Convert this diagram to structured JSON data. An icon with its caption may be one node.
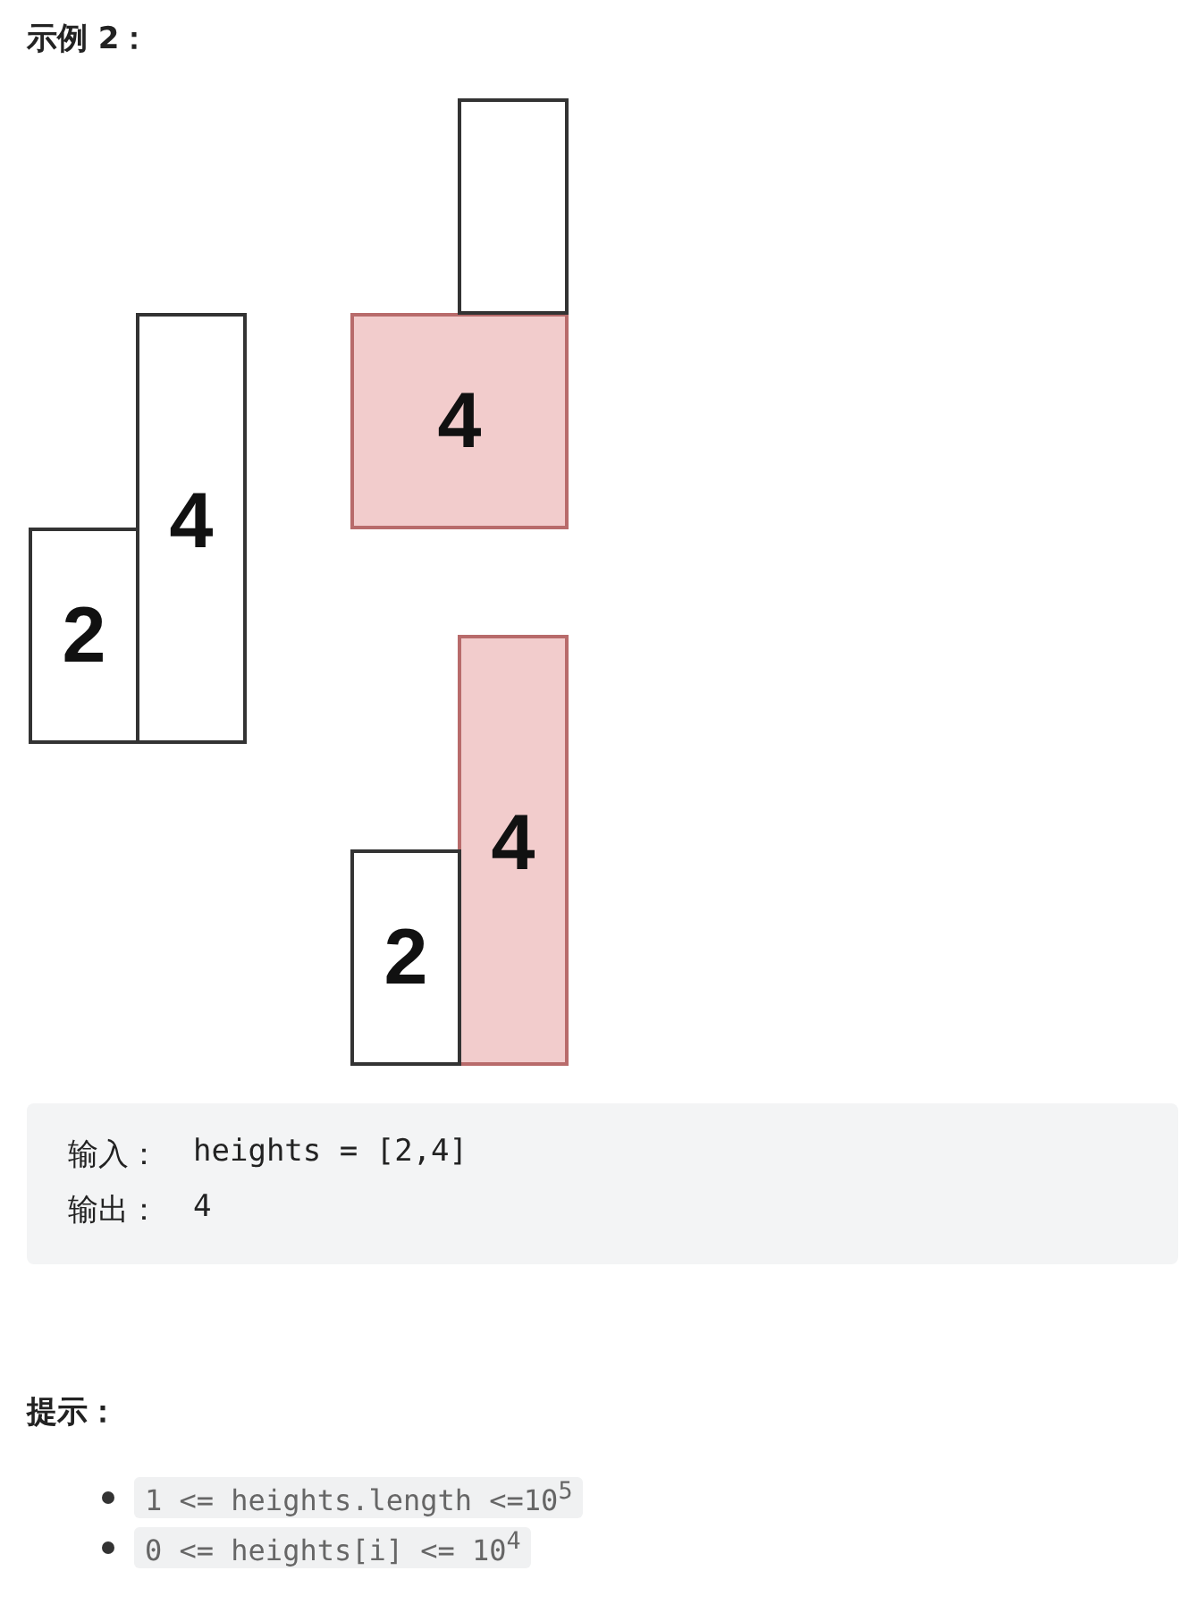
{
  "diagram": {
    "title": "示例 2：",
    "nodes": [
      {
        "text": [
          "2"
        ]
      },
      {
        "text": [
          "4"
        ]
      },
      {
        "text": [],
        "shape": "box"
      },
      {
        "text": [
          "4"
        ]
      },
      {
        "text": [
          "2"
        ]
      },
      {
        "text": [
          "4"
        ]
      }
    ],
    "labels": [
      "输入：",
      "heights = [2,4]",
      "输出：",
      "4",
      "提示：",
      "1 <= heights.length <=10$^{5}$",
      "0 <= heights[i] <= 10$^{4}$"
    ]
  }
}
